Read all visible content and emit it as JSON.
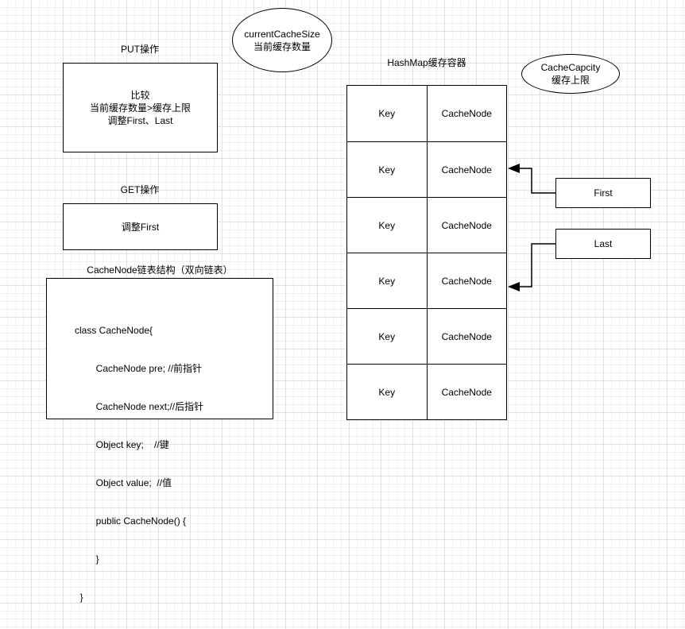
{
  "ellipse_current": {
    "line1": "currentCacheSize",
    "line2": "当前缓存数量"
  },
  "put": {
    "title": "PUT操作",
    "line1": "比较",
    "line2": "当前缓存数量>缓存上限",
    "line3": "调整First、Last"
  },
  "get": {
    "title": "GET操作",
    "text": "调整First"
  },
  "node": {
    "title": "CacheNode链表结构（双向链表）",
    "code": [
      "class CacheNode{",
      "        CacheNode pre; //前指针",
      "        CacheNode next;//后指针",
      "        Object key;    //键",
      "        Object value;  //值",
      "        public CacheNode() {",
      "        }",
      "  }"
    ]
  },
  "hashmap": {
    "title": "HashMap缓存容器",
    "rows": [
      {
        "key": "Key",
        "value": "CacheNode"
      },
      {
        "key": "Key",
        "value": "CacheNode"
      },
      {
        "key": "Key",
        "value": "CacheNode"
      },
      {
        "key": "Key",
        "value": "CacheNode"
      },
      {
        "key": "Key",
        "value": "CacheNode"
      },
      {
        "key": "Key",
        "value": "CacheNode"
      }
    ]
  },
  "ellipse_capacity": {
    "line1": "CacheCapcity",
    "line2": "缓存上限"
  },
  "first": {
    "label": "First"
  },
  "last": {
    "label": "Last"
  }
}
